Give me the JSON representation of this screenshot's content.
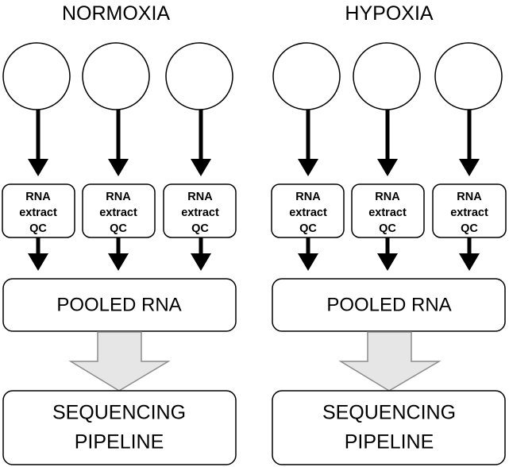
{
  "groups": [
    {
      "title": "NORMOXIA",
      "extract_label": [
        "RNA",
        "extract",
        "QC"
      ],
      "pool_label": "POOLED RNA",
      "sequencing_label": [
        "SEQUENCING",
        "PIPELINE"
      ]
    },
    {
      "title": "HYPOXIA",
      "extract_label": [
        "RNA",
        "extract",
        "QC"
      ],
      "pool_label": "POOLED RNA",
      "sequencing_label": [
        "SEQUENCING",
        "PIPELINE"
      ]
    }
  ],
  "colors": {
    "stroke": "#000000",
    "fill": "#ffffff",
    "big_arrow_fill": "#e6e6e6",
    "big_arrow_stroke": "#8c8c8c"
  }
}
